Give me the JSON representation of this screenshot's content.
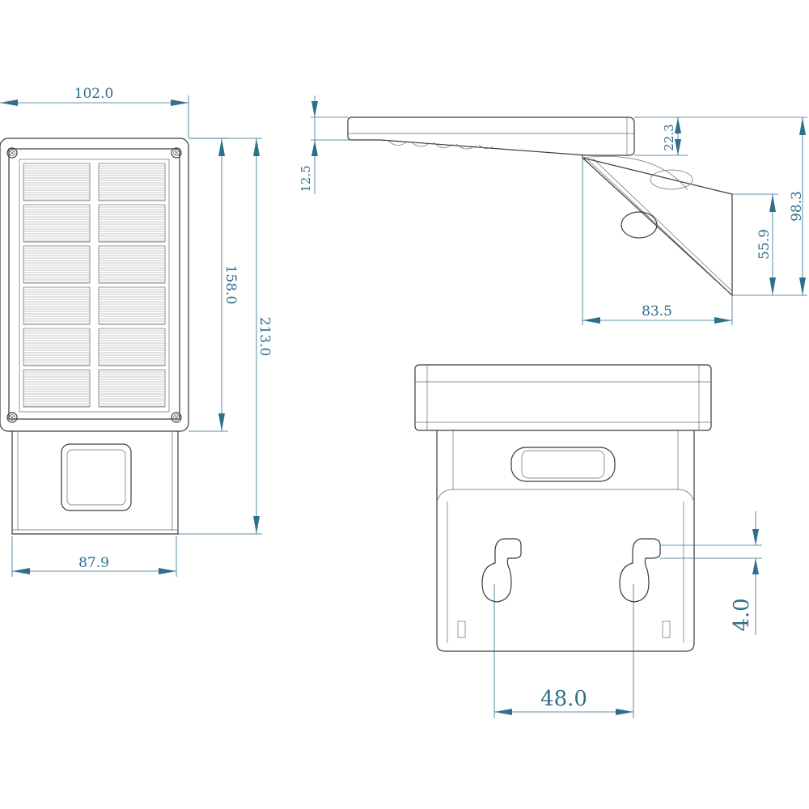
{
  "dimensions": {
    "front_panel_width": "102.0",
    "front_base_width": "87.9",
    "front_panel_height": "158.0",
    "front_total_height": "213.0",
    "side_panel_thickness": "12.5",
    "side_panel_offset": "22.3",
    "side_lamp_height": "55.9",
    "side_total_height": "98.3",
    "side_depth": "83.5",
    "bracket_hole_spacing": "48.0",
    "bracket_slot_offset": "4.0"
  },
  "colors": {
    "outline": "#3a3a3a",
    "dimension": "#2f6f8a",
    "background": "#ffffff"
  }
}
